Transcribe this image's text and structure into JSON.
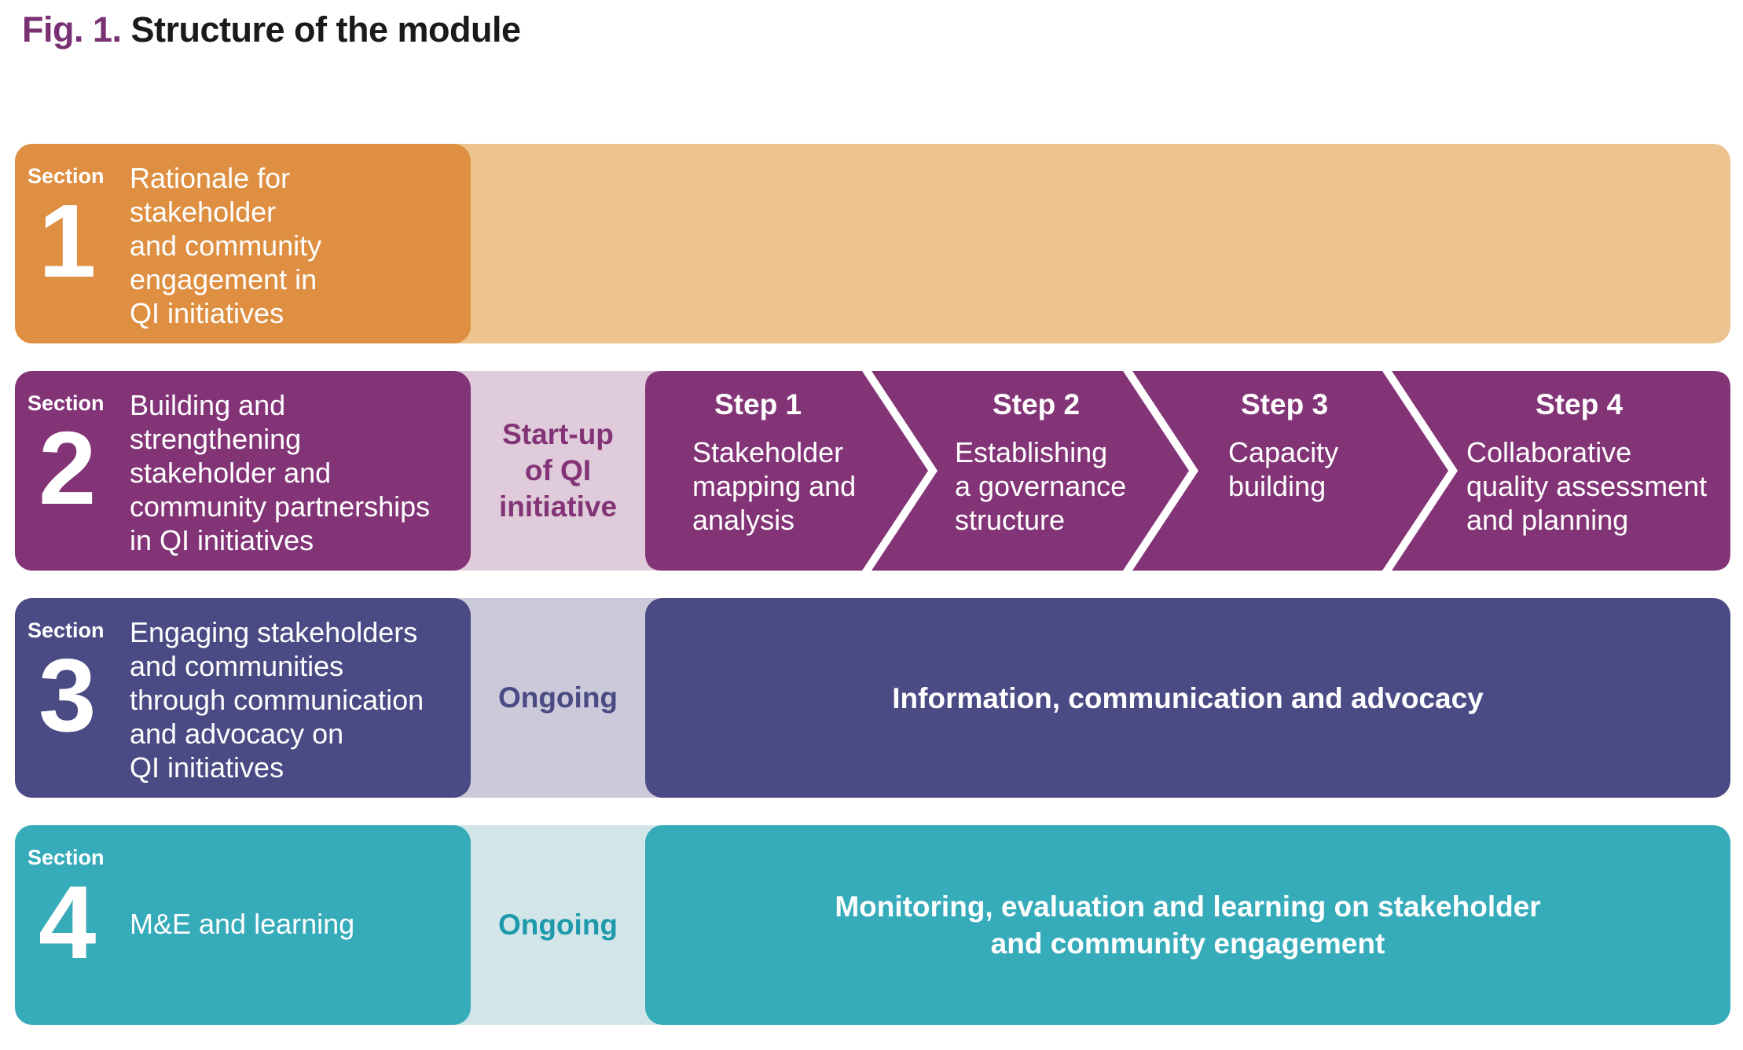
{
  "figure": {
    "label": "Fig. 1.",
    "title": "Structure of the module"
  },
  "colors": {
    "orange": "#de8f42",
    "orange_light": "#edc490",
    "purple": "#833477",
    "purple_light": "#dfcbd9",
    "indigo": "#4a4a84",
    "indigo_light": "#ccc9da",
    "teal": "#36abba",
    "teal_light": "#d2e6ea"
  },
  "sections": [
    {
      "word": "Section",
      "number": "1",
      "title": "Rationale for\nstakeholder\nand community\nengagement in\nQI initiatives"
    },
    {
      "word": "Section",
      "number": "2",
      "title": "Building and\nstrengthening\nstakeholder and\ncommunity partnerships\nin QI initiatives",
      "phase": "Start-up\nof QI\ninitiative"
    },
    {
      "word": "Section",
      "number": "3",
      "title": "Engaging stakeholders\nand communities\nthrough communication\nand advocacy on\nQI initiatives",
      "phase": "Ongoing",
      "activity": "Information, communication and advocacy"
    },
    {
      "word": "Section",
      "number": "4",
      "title": "M&E and learning",
      "phase": "Ongoing",
      "activity": "Monitoring, evaluation and learning on stakeholder\nand community engagement"
    }
  ],
  "steps": [
    {
      "label": "Step 1",
      "text": "Stakeholder\nmapping and\nanalysis"
    },
    {
      "label": "Step 2",
      "text": "Establishing\na governance\nstructure"
    },
    {
      "label": "Step 3",
      "text": "Capacity\nbuilding"
    },
    {
      "label": "Step 4",
      "text": "Collaborative\nquality assessment\nand planning"
    }
  ]
}
